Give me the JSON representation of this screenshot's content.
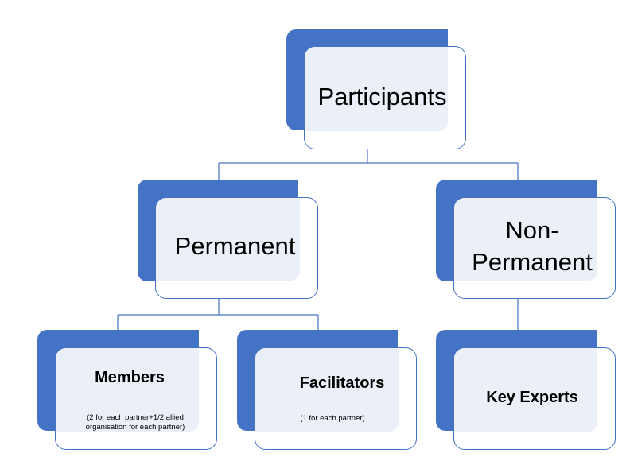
{
  "diagram": {
    "root": {
      "label": "Participants"
    },
    "level1": [
      {
        "label": "Permanent"
      },
      {
        "label": "Non-Permanent",
        "line1": "Non-",
        "line2": "Permanent"
      }
    ],
    "level2": [
      {
        "label": "Members",
        "note": "(2 for each partner+1/2 allied organisation for each partner)",
        "note_line1": "(2 for each partner+1/2 allied",
        "note_line2": "organisation for each partner)"
      },
      {
        "label": "Facilitators",
        "note": "(1 for each partner)"
      },
      {
        "label": "Key Experts"
      }
    ],
    "colors": {
      "accent": "#4472C4",
      "fill": "#EAEFF8",
      "connector": "#4472C4"
    }
  }
}
